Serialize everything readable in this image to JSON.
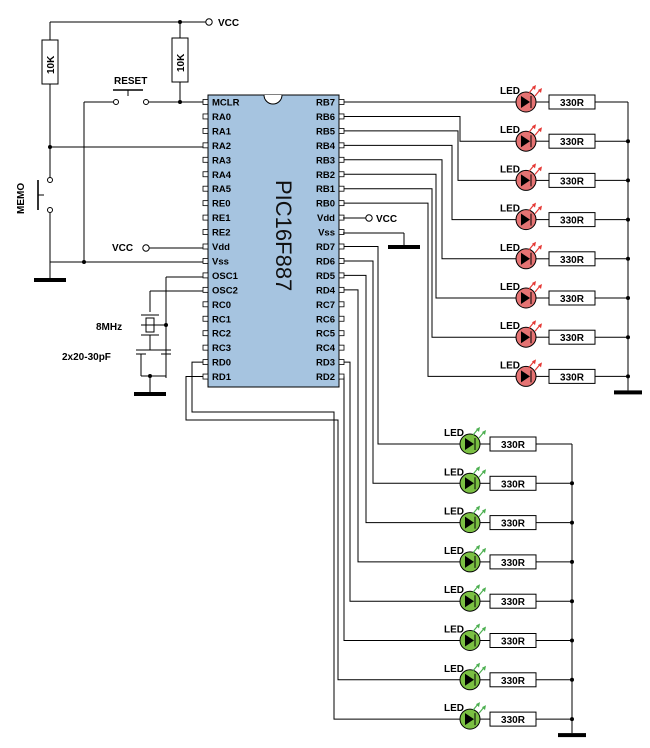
{
  "labels": {
    "vcc_top": "VCC",
    "vcc_left": "VCC",
    "vcc_right": "VCC",
    "r_pullup_1": "10K",
    "r_pullup_2": "10K",
    "reset": "RESET",
    "memo": "MEMO",
    "crystal": "8MHz",
    "caps": "2x20-30pF",
    "chip": "PIC16F887"
  },
  "chip_pins": {
    "left": [
      "MCLR",
      "RA0",
      "RA1",
      "RA2",
      "RA3",
      "RA4",
      "RA5",
      "RE0",
      "RE1",
      "RE2",
      "Vdd",
      "Vss",
      "OSC1",
      "OSC2",
      "RC0",
      "RC1",
      "RC2",
      "RC3",
      "RD0",
      "RD1"
    ],
    "right": [
      "RB7",
      "RB6",
      "RB5",
      "RB4",
      "RB3",
      "RB2",
      "RB1",
      "RB0",
      "Vdd",
      "Vss",
      "RD7",
      "RD6",
      "RD5",
      "RD4",
      "RC7",
      "RC6",
      "RC5",
      "RC4",
      "RD3",
      "RD2"
    ]
  },
  "red_leds": {
    "color": "#e57373",
    "led_label": "LED",
    "resistor_label": "330R",
    "count": 8
  },
  "green_leds": {
    "color": "#7bc043",
    "led_label": "LED",
    "resistor_label": "330R",
    "count": 8
  }
}
